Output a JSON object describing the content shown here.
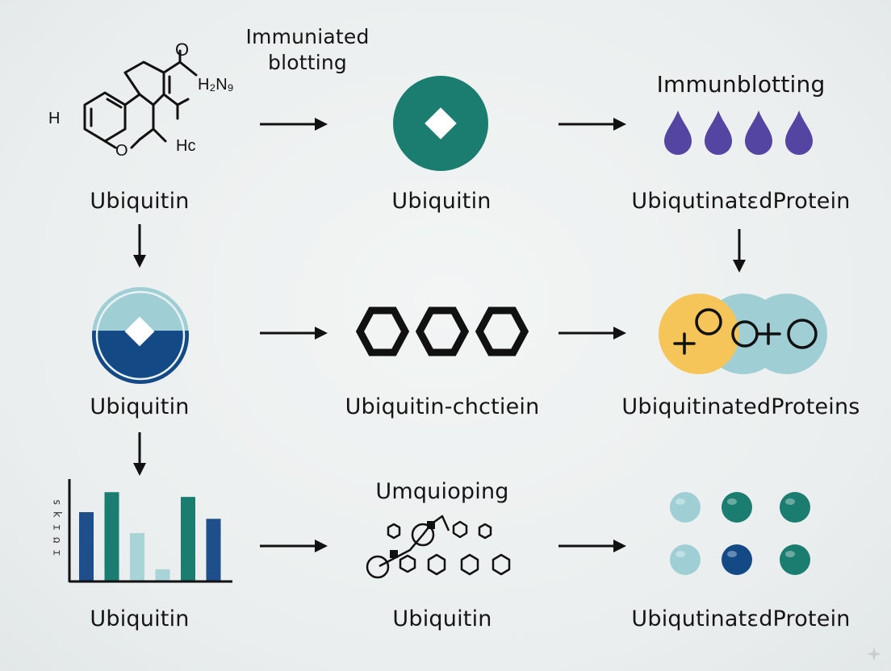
{
  "labels": {
    "top_blotting_line1": "Immuniated",
    "top_blotting_line2": "blotting",
    "ubiquitin_r1c1": "Ubiquitin",
    "ubiquitin_r1c2": "Ubiquitin",
    "immunoblotting": "Immunblotting",
    "ubiquitinated_protein_r1": "UbiqutinatɛdProtein",
    "ubiquitin_r2c1": "Ubiquitin",
    "ubiquitin_chain": "Ubiquitin-chctiein",
    "ubiquitinated_proteins_r2": "UbiquitinatedProteins",
    "ubiquitin_r3c1": "Ubiquitin",
    "umquioping": "Umquioping",
    "ubiquitin_r3c2": "Ubiquitin",
    "ubiquitinated_protein_r3": "UbiqutinatɛdProtein"
  },
  "molecule": {
    "atom_o": "O",
    "atom_h_left": "H",
    "atom_o_ring": "O",
    "group_h2n": "H₂N₉",
    "group_hc": "Hс"
  },
  "bar_chart": {
    "axis_label": "ɪ ʊ ɪ  ʞ s",
    "chart_data": {
      "type": "bar",
      "values": [
        0.72,
        0.93,
        0.5,
        0.12,
        0.88,
        0.65
      ],
      "colors": [
        "#1e4f8a",
        "#1b7d6f",
        "#a8d4d8",
        "#a8d4d8",
        "#1b7d6f",
        "#1e4f8a"
      ],
      "ylim": [
        0,
        1
      ]
    }
  },
  "colors": {
    "teal": "#1b7d6f",
    "navy": "#134a86",
    "light_teal": "#9fcfd4",
    "purple": "#5545a3",
    "yellow": "#f5c55a",
    "ink": "#111111"
  },
  "dots_grid": {
    "colors": [
      "#9fcfd4",
      "#1b7d6f",
      "#1b7d6f",
      "#9fcfd4",
      "#134a86",
      "#1b7d6f"
    ]
  }
}
